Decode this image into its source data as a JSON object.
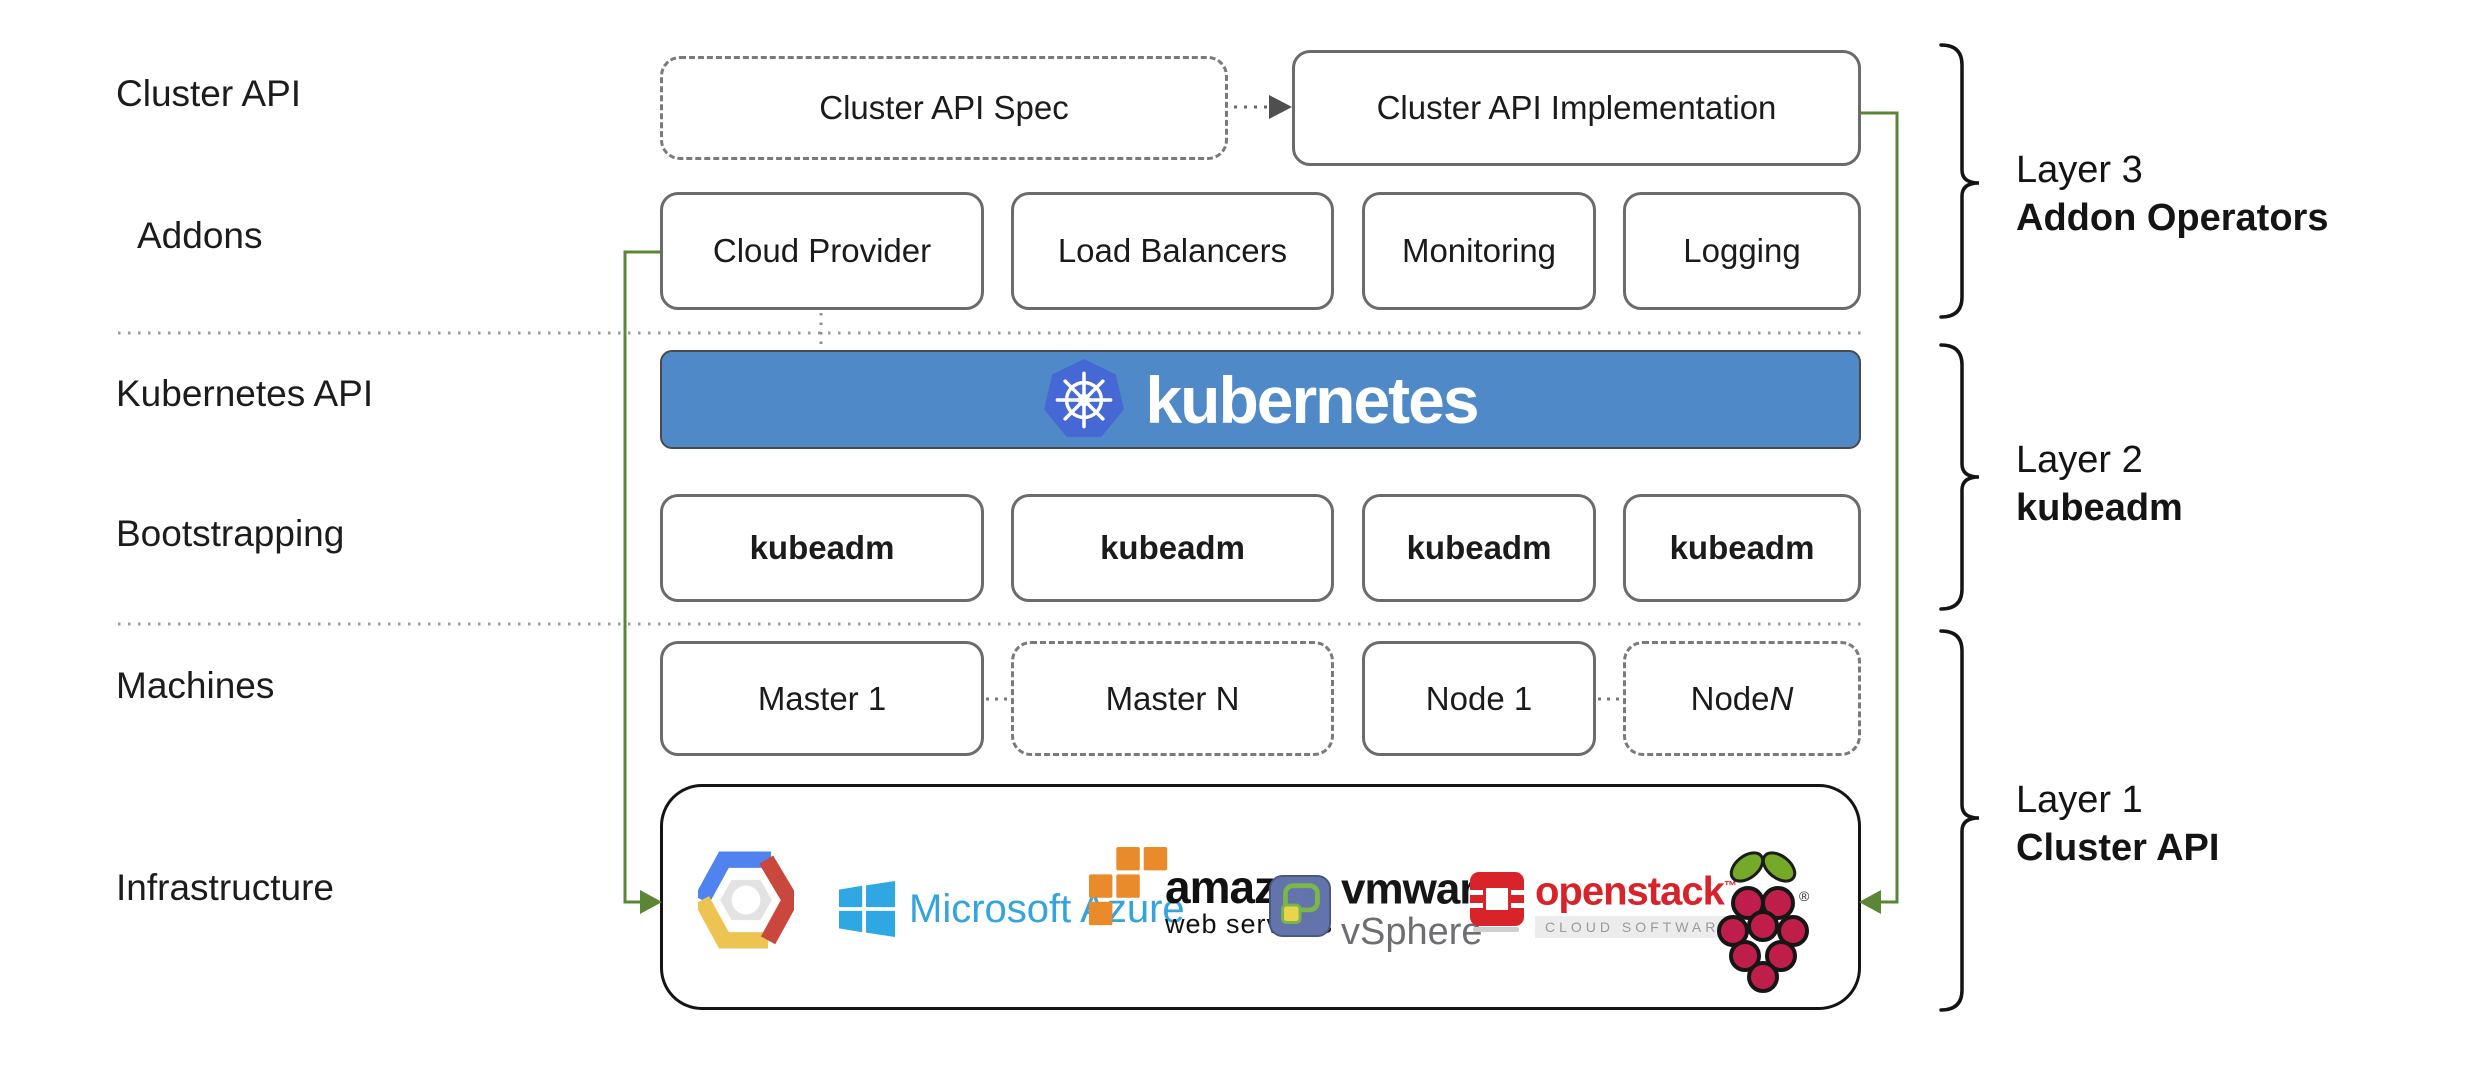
{
  "colors": {
    "arrow_green": "#5a8636",
    "banner_blue": "#4f89c8",
    "k8s_logo_blue": "#4668d4",
    "box_border_gray": "#6b6b6b",
    "dotted_line_gray": "#9c9c9c",
    "azure_blue": "#2fa7e2",
    "aws_orange": "#e98a2b",
    "openstack_red": "#d8232a",
    "raspberry_red": "#bf1e4b",
    "leaf_green": "#75a928",
    "gcp_blue": "#5083ef",
    "gcp_red": "#c9473c",
    "gcp_yellow": "#edc352"
  },
  "row_labels": {
    "cluster_api": "Cluster API",
    "addons": "Addons",
    "kubernetes_api": "Kubernetes API",
    "bootstrapping": "Bootstrapping",
    "machines": "Machines",
    "infrastructure": "Infrastructure"
  },
  "cluster_api_row": {
    "spec": "Cluster API Spec",
    "implementation": "Cluster API Implementation"
  },
  "addons_row": {
    "cloud_provider": "Cloud Provider",
    "load_balancers": "Load Balancers",
    "monitoring": "Monitoring",
    "logging": "Logging"
  },
  "kubernetes_banner": {
    "wordmark": "kubernetes"
  },
  "bootstrapping_row": {
    "kubeadm_1": "kubeadm",
    "kubeadm_2": "kubeadm",
    "kubeadm_3": "kubeadm",
    "kubeadm_4": "kubeadm"
  },
  "machines_row": {
    "master_1": "Master 1",
    "master_n": "Master N",
    "node_1": "Node 1",
    "node_n_prefix": "Node ",
    "node_n_suffix": "N"
  },
  "infrastructure_logos": {
    "google_cloud": {
      "icon": "google-cloud-hexagon-icon"
    },
    "azure": {
      "icon": "azure-window-icon",
      "text": "Microsoft Azure"
    },
    "aws": {
      "icon": "aws-cubes-icon",
      "line1": "amazon",
      "line2": "web services"
    },
    "vmware": {
      "icon": "vmware-vsphere-icon",
      "line1": "vmware",
      "registered": "®",
      "line2": "vSphere"
    },
    "openstack": {
      "icon": "openstack-icon",
      "line1": "openstack",
      "tm": "™",
      "line2": "CLOUD SOFTWARE"
    },
    "raspberry_pi": {
      "icon": "raspberry-pi-icon",
      "registered": "®"
    }
  },
  "layer_labels": {
    "layer3": {
      "line1": "Layer 3",
      "line2": "Addon Operators"
    },
    "layer2": {
      "line1": "Layer 2",
      "line2": "kubeadm"
    },
    "layer1": {
      "line1": "Layer 1",
      "line2": "Cluster API"
    }
  }
}
